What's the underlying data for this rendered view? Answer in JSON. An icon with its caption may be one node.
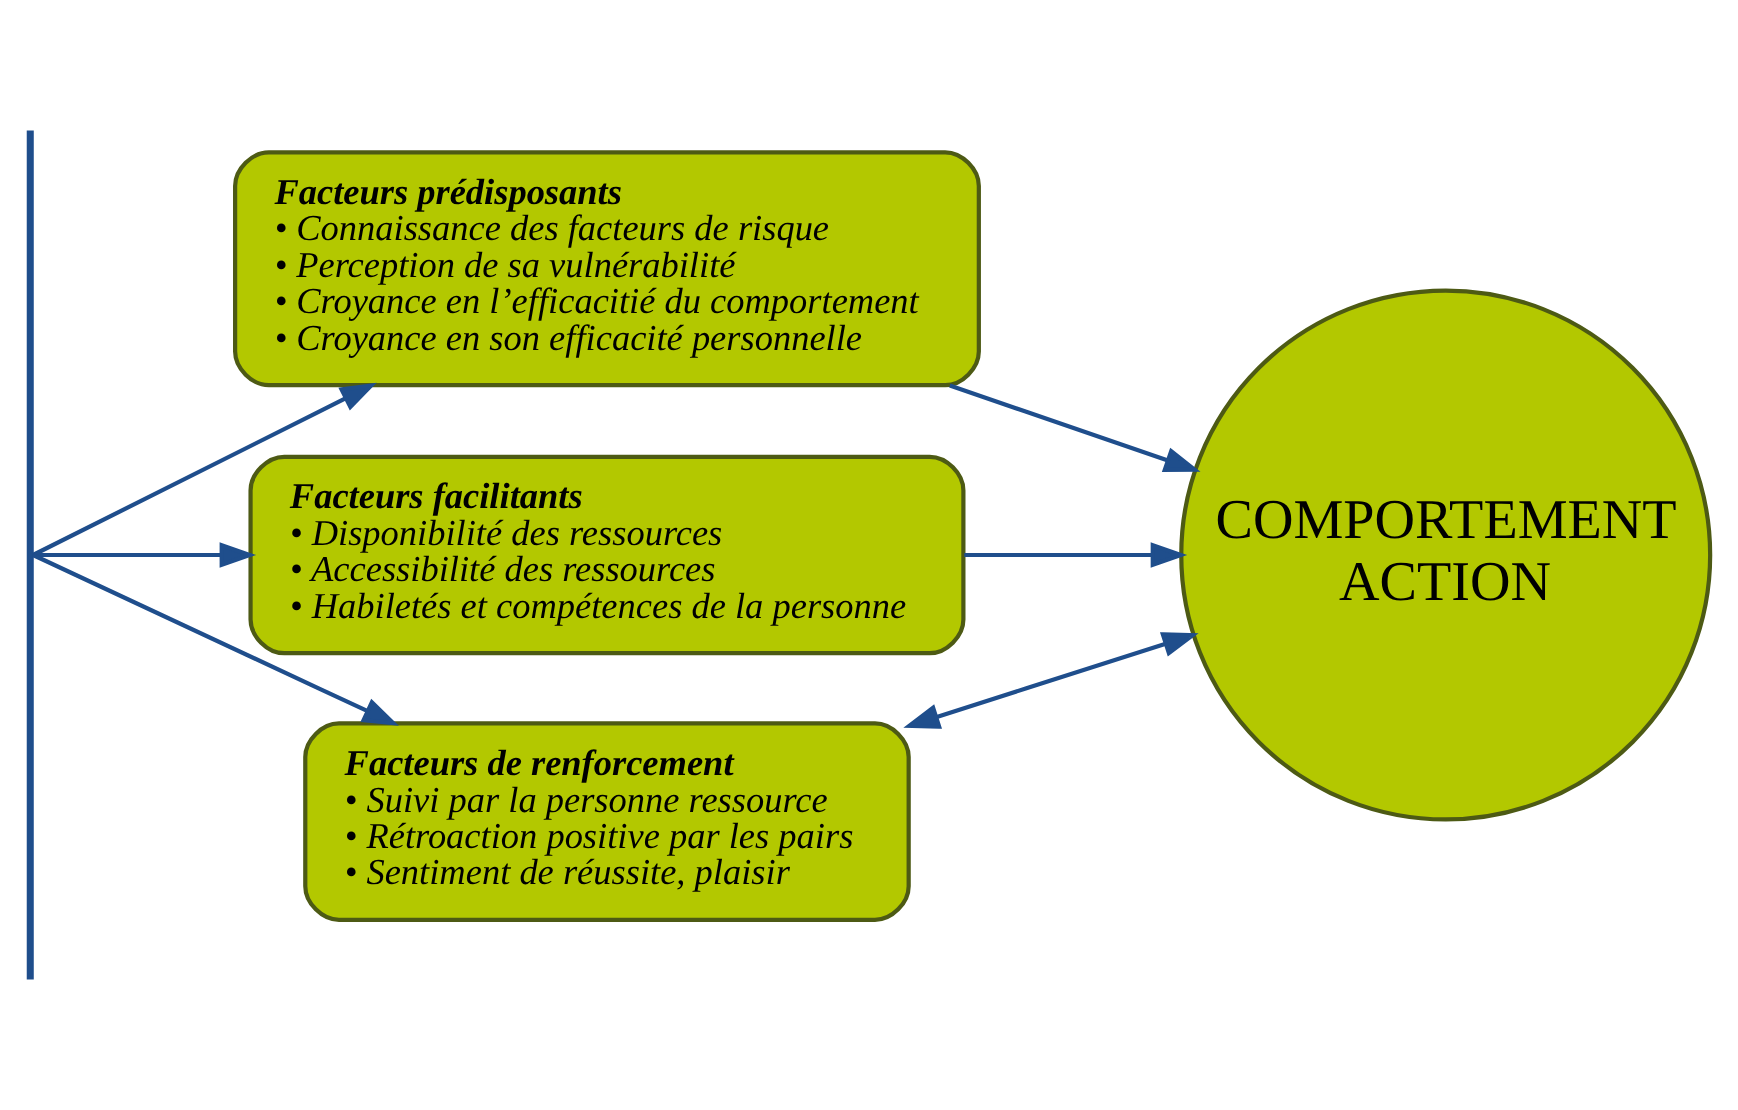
{
  "diagram": {
    "nodes": [
      {
        "text": [],
        "shape": "bar"
      },
      {
        "text": [
          "Facteurs prédisposants",
          "• Connaissance des facteurs de risque",
          "• Perception de sa vulnérabilité",
          "• Croyance en l’efficacitié du comportement",
          "• Croyance en son efficacité personnelle"
        ]
      },
      {
        "text": [
          "Facteurs facilitants",
          "• Disponibilité des ressources",
          "• Accessibilité des ressources",
          "• Habiletés et compétences de la personne"
        ]
      },
      {
        "text": [
          "Facteurs de renforcement",
          "• Suivi par la personne ressource",
          "• Rétroaction positive par les pairs",
          "• Sentiment de réussite, plaisir"
        ]
      },
      {
        "text": [
          "COMPORTEMENT ACTION"
        ]
      }
    ],
    "edges": [
      {
        "from": 0,
        "to": 1,
        "arrow": "to"
      },
      {
        "from": 0,
        "to": 2,
        "arrow": "to"
      },
      {
        "from": 0,
        "to": 3,
        "arrow": "to"
      },
      {
        "from": 1,
        "to": 4,
        "arrow": "to"
      },
      {
        "from": 2,
        "to": 4,
        "arrow": "to"
      },
      {
        "from": 3,
        "to": 4,
        "arrow": "both"
      }
    ]
  }
}
